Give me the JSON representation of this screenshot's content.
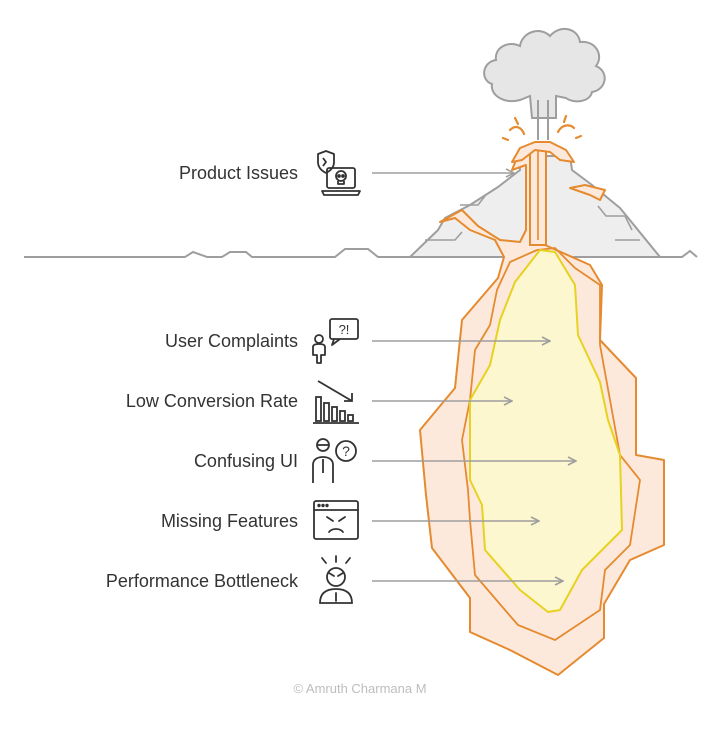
{
  "items": [
    {
      "label": "Product Issues",
      "icon": "laptop-skull-shield-icon"
    },
    {
      "label": "User Complaints",
      "icon": "person-speech-alert-icon"
    },
    {
      "label": "Low Conversion Rate",
      "icon": "declining-bar-chart-icon"
    },
    {
      "label": "Confusing UI",
      "icon": "confused-person-question-icon"
    },
    {
      "label": "Missing Features",
      "icon": "browser-angry-face-icon"
    },
    {
      "label": "Performance Bottleneck",
      "icon": "stressed-person-icon"
    }
  ],
  "credit": "© Amruth Charmana M",
  "colors": {
    "lava_outer": "#e58a2e",
    "lava_outer_fill": "#fde9dc",
    "lava_inner": "#e6d21f",
    "lava_inner_fill": "#fdf7cf",
    "mountain": "#9e9e9e",
    "mountain_fill": "#eeeeee",
    "arrow": "#9e9e9e",
    "text": "#333333",
    "credit": "#bdbdbd"
  }
}
